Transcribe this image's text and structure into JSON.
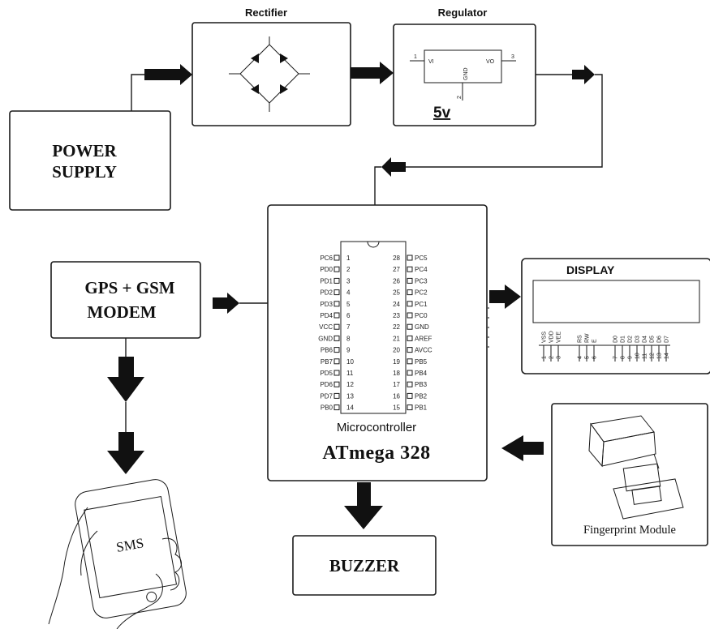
{
  "blocks": {
    "power_supply": [
      "POWER",
      "SUPPLY"
    ],
    "rectifier": "Rectifier",
    "regulator": {
      "title": "Regulator",
      "pin_vi": "VI",
      "pin_vo": "VO",
      "pin_gnd": "GND",
      "pin1": "1",
      "pin2": "2",
      "pin3": "3",
      "voltage": "5v"
    },
    "gps_gsm": [
      "GPS + GSM",
      "MODEM"
    ],
    "sms": "SMS",
    "microcontroller": {
      "caption": "Microcontroller",
      "name": "ATmega 328",
      "left_pins": [
        {
          "name": "PC6",
          "num": "1"
        },
        {
          "name": "PD0",
          "num": "2"
        },
        {
          "name": "PD1",
          "num": "3"
        },
        {
          "name": "PD2",
          "num": "4"
        },
        {
          "name": "PD3",
          "num": "5"
        },
        {
          "name": "PD4",
          "num": "6"
        },
        {
          "name": "VCC",
          "num": "7"
        },
        {
          "name": "GND",
          "num": "8"
        },
        {
          "name": "PB6",
          "num": "9"
        },
        {
          "name": "PB7",
          "num": "10"
        },
        {
          "name": "PD5",
          "num": "11"
        },
        {
          "name": "PD6",
          "num": "12"
        },
        {
          "name": "PD7",
          "num": "13"
        },
        {
          "name": "PB0",
          "num": "14"
        }
      ],
      "right_pins": [
        {
          "name": "PC5",
          "num": "28"
        },
        {
          "name": "PC4",
          "num": "27"
        },
        {
          "name": "PC3",
          "num": "26"
        },
        {
          "name": "PC2",
          "num": "25"
        },
        {
          "name": "PC1",
          "num": "24"
        },
        {
          "name": "PC0",
          "num": "23"
        },
        {
          "name": "GND",
          "num": "22"
        },
        {
          "name": "AREF",
          "num": "21"
        },
        {
          "name": "AVCC",
          "num": "20"
        },
        {
          "name": "PB5",
          "num": "19"
        },
        {
          "name": "PB4",
          "num": "18"
        },
        {
          "name": "PB3",
          "num": "17"
        },
        {
          "name": "PB2",
          "num": "16"
        },
        {
          "name": "PB1",
          "num": "15"
        }
      ]
    },
    "display": {
      "title": "DISPLAY",
      "pins": [
        {
          "name": "VSS",
          "num": "1"
        },
        {
          "name": "VDD",
          "num": "2"
        },
        {
          "name": "VEE",
          "num": "3"
        },
        {
          "name": "RS",
          "num": "4"
        },
        {
          "name": "RW",
          "num": "5"
        },
        {
          "name": "E",
          "num": "6"
        },
        {
          "name": "D0",
          "num": "7"
        },
        {
          "name": "D1",
          "num": "8"
        },
        {
          "name": "D2",
          "num": "9"
        },
        {
          "name": "D3",
          "num": "10"
        },
        {
          "name": "D4",
          "num": "11"
        },
        {
          "name": "D5",
          "num": "12"
        },
        {
          "name": "D6",
          "num": "13"
        },
        {
          "name": "D7",
          "num": "14"
        }
      ]
    },
    "fingerprint": "Fingerprint Module",
    "buzzer": "BUZZER"
  }
}
